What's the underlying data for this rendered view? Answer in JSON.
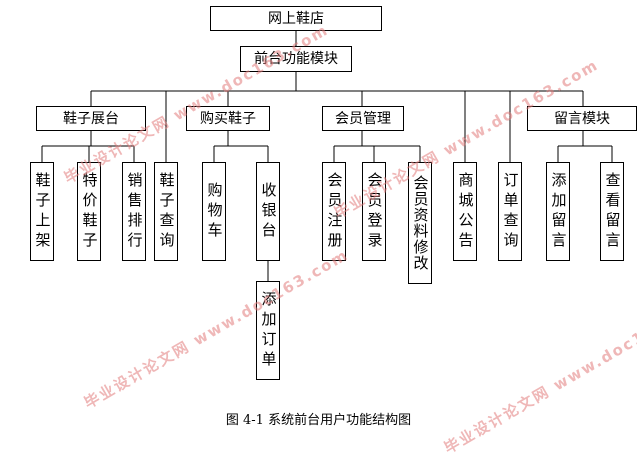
{
  "diagram": {
    "root": "网上鞋店",
    "level1": "前台功能模块",
    "groups": {
      "shoe_display": {
        "label": "鞋子展台",
        "children": [
          "鞋子上架",
          "特价鞋子",
          "销售排行",
          "鞋子查询"
        ]
      },
      "buy_shoes": {
        "label": "购买鞋子",
        "children": [
          "购物车",
          "收银台"
        ],
        "sub": "添加订单"
      },
      "member_mgmt": {
        "label": "会员管理",
        "children": [
          "会员注册",
          "会员登录",
          "会员资料修改"
        ]
      },
      "store_notice": {
        "label": "商城公告"
      },
      "order_query": {
        "label": "订单查询"
      },
      "message_module": {
        "label": "留言模块",
        "children": [
          "添加留言",
          "查看留言"
        ]
      }
    }
  },
  "caption": "图 4-1    系统前台用户功能结构图",
  "watermark": "毕业设计论文网 www.doc163.com",
  "colors": {
    "line": "#000000",
    "watermark": "#e27d7d"
  }
}
